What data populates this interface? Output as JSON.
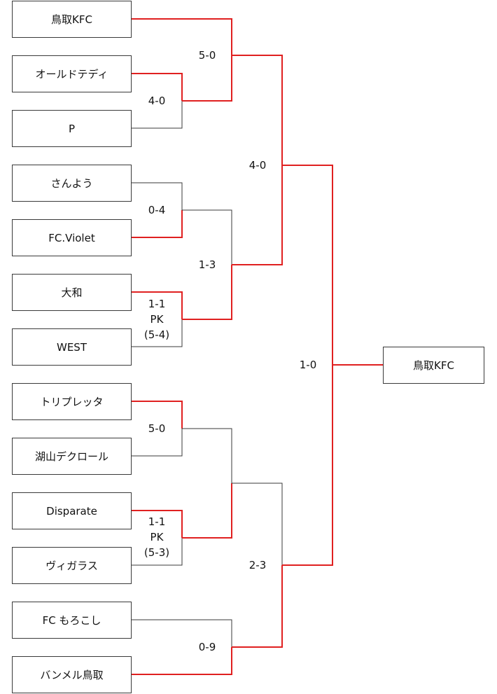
{
  "teams": [
    "鳥取KFC",
    "オールドテディ",
    "P",
    "さんよう",
    "FC.Violet",
    "大和",
    "WEST",
    "トリプレッタ",
    "湖山デクロール",
    "Disparate",
    "ヴィガラス",
    "FC もろこし",
    "バンメル鳥取"
  ],
  "champion": "鳥取KFC",
  "scores": {
    "r1_oldteddy_p": "4-0",
    "r1_sanyou_violet": "0-4",
    "r1_yamato_west": [
      "1-1",
      "PK",
      "(5-4)"
    ],
    "r1_triple_koyama": "5-0",
    "r1_disparate_vigaras": [
      "1-1",
      "PK",
      "(5-3)"
    ],
    "r1_morokoshi_bammel": "0-9",
    "r2_kfc_oldteddy": "5-0",
    "r2_violet_yamato": "1-3",
    "r3_top": "4-0",
    "r3_bottom": "2-3",
    "final": "1-0"
  },
  "colors": {
    "winner_line": "#e02020",
    "loser_line": "#3a3a3a",
    "box_border": "#3a3a3a"
  }
}
